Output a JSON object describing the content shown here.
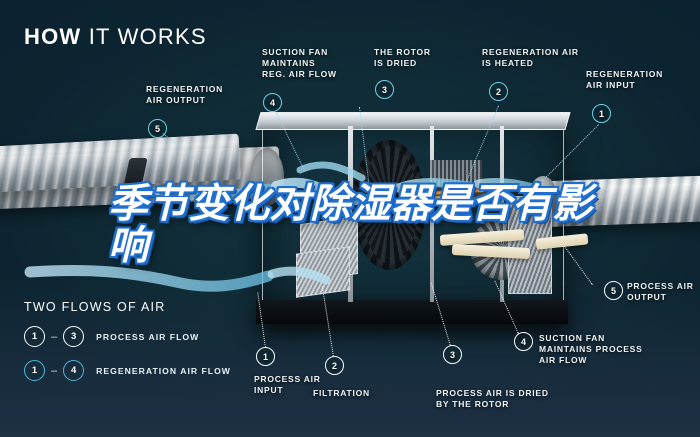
{
  "header": {
    "title_bold": "HOW",
    "title_light": "IT WORKS"
  },
  "overlay": {
    "headline": "季节变化对除湿器是否有影响"
  },
  "legend": {
    "title": "TWO FLOWS OF AIR",
    "rows": [
      {
        "from": "1",
        "to": "3",
        "dash": "–",
        "label": "PROCESS AIR FLOW",
        "accent": "#ffffff"
      },
      {
        "from": "1",
        "to": "4",
        "dash": "–",
        "label": "REGENERATION AIR FLOW",
        "accent": "#4fb6d6"
      }
    ]
  },
  "callouts": [
    {
      "num": "5",
      "label": "REGENERATION\nAIR OUTPUT",
      "line1": "REGENERATION",
      "line2": "AIR OUTPUT"
    },
    {
      "num": "4",
      "line1": "SUCTION FAN",
      "line2": "MAINTAINS",
      "line3": "REG. AIR FLOW"
    },
    {
      "num": "3",
      "line1": "THE ROTOR",
      "line2": "IS DRIED"
    },
    {
      "num": "2",
      "line1": "REGENERATION AIR",
      "line2": "IS HEATED"
    },
    {
      "num": "1",
      "line1": "REGENERATION",
      "line2": "AIR INPUT"
    },
    {
      "num": "5",
      "line1": "PROCESS AIR",
      "line2": "OUTPUT"
    },
    {
      "num": "1",
      "line1": "PROCESS AIR",
      "line2": "INPUT"
    },
    {
      "num": "2",
      "line1": "FILTRATION"
    },
    {
      "num": "3",
      "line1": "PROCESS AIR IS DRIED",
      "line2": "BY THE ROTOR"
    },
    {
      "num": "4",
      "line1": "SUCTION FAN",
      "line2": "MAINTAINS PROCESS",
      "line3": "AIR FLOW"
    }
  ],
  "colors": {
    "background": "#0d2530",
    "accent_cyan": "#6fd3e8",
    "flow_blue": "#7fc6e8",
    "text": "#eef3f6",
    "title_outline": "#1f6fd0",
    "heat_orange": "#ff8c1e"
  }
}
